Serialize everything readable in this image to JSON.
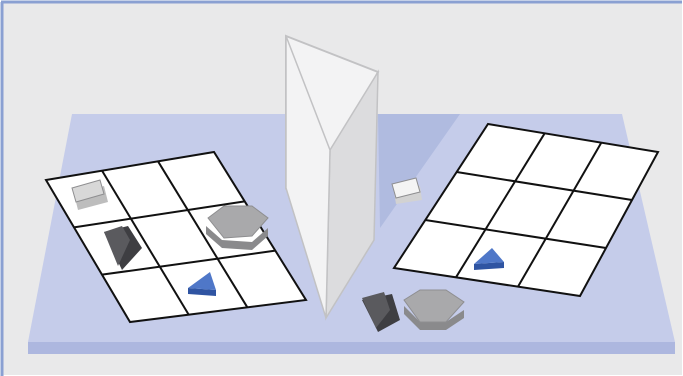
{
  "colors": {
    "frame_background": "#e9e9ea",
    "frame_border": "#8aa0d2",
    "table_surface": "#c5ccea",
    "table_edge": "#adb7df",
    "table_shadow_region": "#b0bbe0",
    "grid_fill": "#ffffff",
    "grid_line": "#111111",
    "partition_light": "#f3f3f4",
    "partition_shade": "#dcdcde",
    "partition_outline": "#c2c2c4",
    "dark_piece": "#5a5a5e",
    "dark_piece_side": "#3e3e42",
    "hexagon_piece": "#a9a9ab",
    "hexagon_piece_side": "#8a8a8c",
    "light_square_piece": "#d8d8d8",
    "white_piece": "#f4f4f4",
    "blue_piece": "#4f77c8",
    "blue_piece_side": "#2f54a2"
  },
  "scene": {
    "left_board": {
      "rows": 3,
      "columns": 3,
      "pieces": [
        "gray-square",
        "dark-wedge",
        "gray-hexagon",
        "blue-triangle"
      ]
    },
    "right_board": {
      "rows": 3,
      "columns": 3,
      "pieces": [
        "blue-triangle"
      ]
    },
    "loose_pieces": [
      "white-square",
      "dark-wedge",
      "gray-hexagon"
    ],
    "divider": "folded-partition"
  }
}
